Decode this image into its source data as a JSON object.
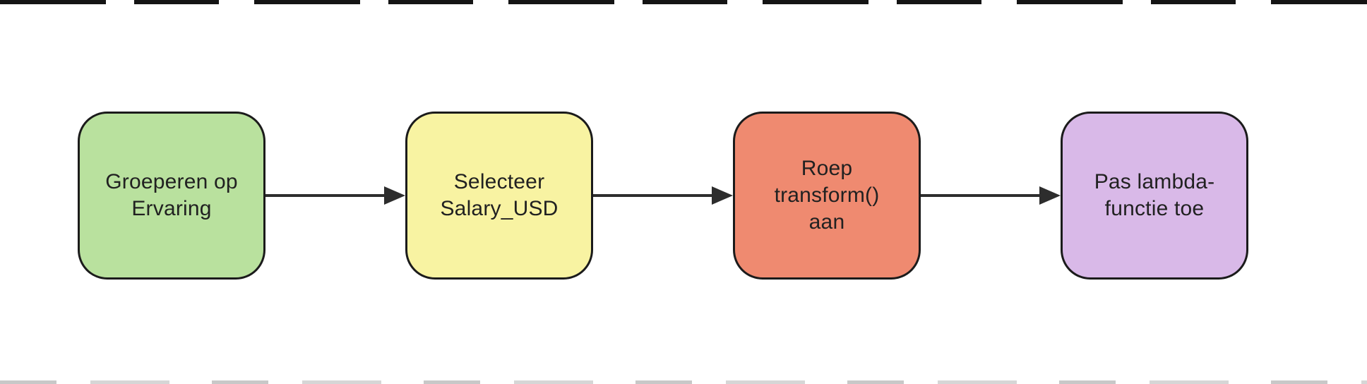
{
  "diagram": {
    "type": "flowchart",
    "direction": "left-to-right",
    "border_color": "#1b1b1b",
    "arrow_color": "#2d2d2d",
    "nodes": [
      {
        "id": "step-1",
        "label": "Groeperen op\nErvaring",
        "color": "#b9e19e"
      },
      {
        "id": "step-2",
        "label": "Selecteer\nSalary_USD",
        "color": "#f8f3a2"
      },
      {
        "id": "step-3",
        "label": "Roep\ntransform()\naan",
        "color": "#ef8a70"
      },
      {
        "id": "step-4",
        "label": "Pas lambda-\nfunctie toe",
        "color": "#d9b9e8"
      }
    ],
    "connections": [
      {
        "from": "step-1",
        "to": "step-2"
      },
      {
        "from": "step-2",
        "to": "step-3"
      },
      {
        "from": "step-3",
        "to": "step-4"
      }
    ]
  }
}
